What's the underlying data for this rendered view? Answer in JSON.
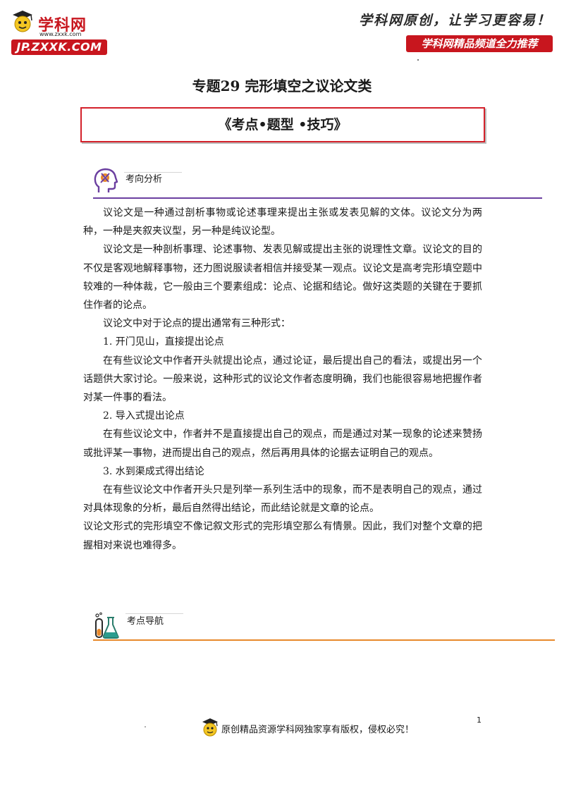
{
  "header": {
    "logo_text": "学科网",
    "logo_url": "www.zxxk.com",
    "logo_domain": "JP.ZXXK.COM",
    "slogan": "学科网原创，让学习更容易！",
    "channel_badge": "学科网精品频道全力推荐"
  },
  "title": "专题29  完形填空之议论文类",
  "section_box": "《考点•题型  •技巧》",
  "section1": {
    "label": "考向分析",
    "icon": "head-gears-icon",
    "paragraphs": [
      "议论文是一种通过剖析事物或论述事理来提出主张或发表见解的文体。议论文分为两种，一种是夹叙夹议型，另一种是纯议论型。",
      "议论文是一种剖析事理、论述事物、发表见解或提出主张的说理性文章。议论文的目的不仅是客观地解释事物，还力图说服读者相信并接受某一观点。议论文是高考完形填空题中较难的一种体裁，它一般由三个要素组成：论点、论据和结论。做好这类题的关键在于要抓住作者的论点。",
      "议论文中对于论点的提出通常有三种形式：",
      "1. 开门见山，直接提出论点",
      "在有些议论文中作者开头就提出论点，通过论证，最后提出自己的看法，或提出另一个话题供大家讨论。一般来说，这种形式的议论文作者态度明确，我们也能很容易地把握作者对某一件事的看法。",
      "2. 导入式提出论点",
      "在有些议论文中，作者并不是直接提出自己的观点，而是通过对某一现象的论述来赞扬或批评某一事物，进而提出自己的观点，然后再用具体的论据去证明自己的观点。",
      "3. 水到渠成式得出结论",
      "在有些议论文中作者开头只是列举一系列生活中的现象，而不是表明自己的观点，通过对具体现象的分析，最后自然得出结论，而此结论就是文章的论点。",
      "议论文形式的完形填空不像记叙文形式的完形填空那么有情景。因此，我们对整个文章的把握相对来说也难得多。"
    ]
  },
  "section2": {
    "label": "考点导航",
    "icon": "flask-icon"
  },
  "footer": {
    "page_number": "1",
    "notice": "原创精品资源学科网独家享有版权，侵权必究！"
  },
  "colors": {
    "brand_red": "#c8161e",
    "box_border": "#d4212b",
    "section1_rule": "#6b3fa0",
    "section2_rule": "#e8892b"
  }
}
